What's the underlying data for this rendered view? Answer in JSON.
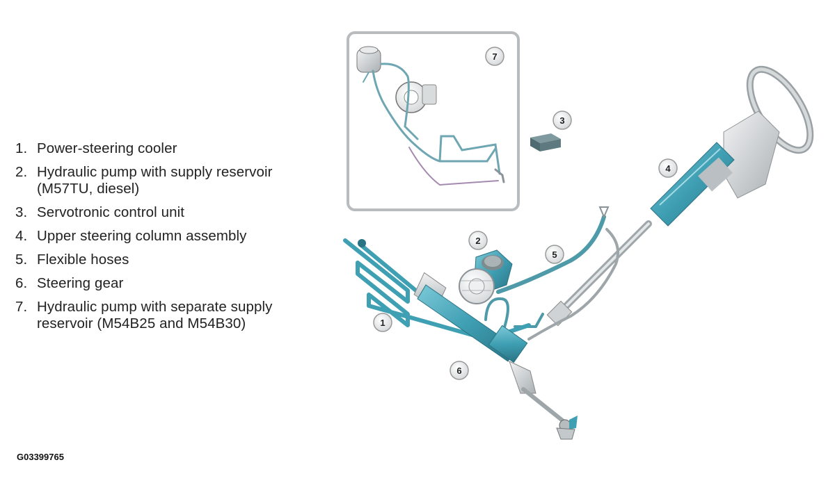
{
  "legend": [
    {
      "num": "1.",
      "text": "Power-steering cooler"
    },
    {
      "num": "2.",
      "text": "Hydraulic pump with supply reservoir\n(M57TU, diesel)"
    },
    {
      "num": "3.",
      "text": "Servotronic control unit"
    },
    {
      "num": "4.",
      "text": "Upper steering column assembly"
    },
    {
      "num": "5.",
      "text": "Flexible hoses"
    },
    {
      "num": "6.",
      "text": "Steering gear"
    },
    {
      "num": "7.",
      "text": "Hydraulic pump with separate supply\nreservoir (M54B25 and M54B30)"
    }
  ],
  "callouts": [
    "1",
    "2",
    "3",
    "4",
    "5",
    "6",
    "7"
  ],
  "figure_id": "G03399765",
  "colors": {
    "component_teal": "#3f9fb3",
    "component_dark": "#2a7383",
    "line_gray": "#8a9498",
    "housing_gray": "#c9cdcf",
    "inset_border": "#b9bcbe"
  }
}
